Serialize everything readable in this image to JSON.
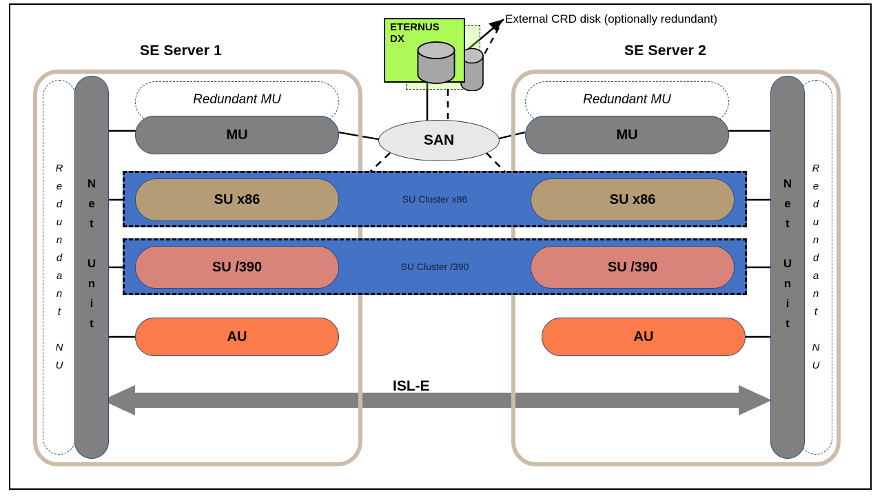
{
  "diagram": {
    "title_left": "SE Server 1",
    "title_right": "SE Server 2",
    "callout": "External CRD disk (optionally redundant)",
    "interconnect_label": "ISL-E",
    "san_label": "SAN",
    "storage": {
      "name": "ETERNUS\nDX",
      "icon": "disk-cylinder-icon"
    },
    "net_unit": {
      "label": "N\ne\nt\n\nU\nn\ni\nt",
      "redundant_label": "R\ne\nd\nu\nn\nd\na\nn\nt\n\nN\nU"
    },
    "management": {
      "redundant_label": "Redundant MU",
      "label": "MU"
    },
    "clusters": [
      {
        "band_label": "SU Cluster x86",
        "node_label": "SU x86"
      },
      {
        "band_label": "SU Cluster /390",
        "node_label": "SU /390"
      }
    ],
    "application": {
      "label": "AU"
    },
    "colors": {
      "frame": "#000000",
      "server_border": "#cbbda9",
      "net_unit": "#808080",
      "node_border": "#2a4b7c",
      "mu": "#808080",
      "su_x86": "#b69b77",
      "su_390": "#d9847a",
      "au": "#fb7b4b",
      "cluster_band": "#4472c4",
      "san": "#e8e8e8",
      "eternus": "#adf957",
      "isl_arrow": "#808080"
    }
  }
}
